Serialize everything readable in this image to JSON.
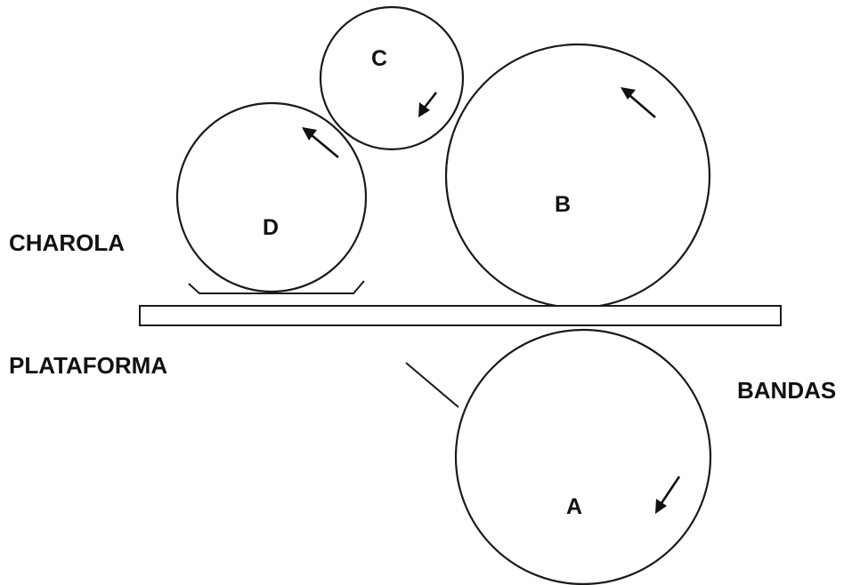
{
  "diagram": {
    "labels": {
      "charola": "CHAROLA",
      "plataforma": "PLATAFORMA",
      "bandas": "BANDAS"
    },
    "rollers": {
      "a": "A",
      "b": "B",
      "c": "C",
      "d": "D"
    }
  }
}
